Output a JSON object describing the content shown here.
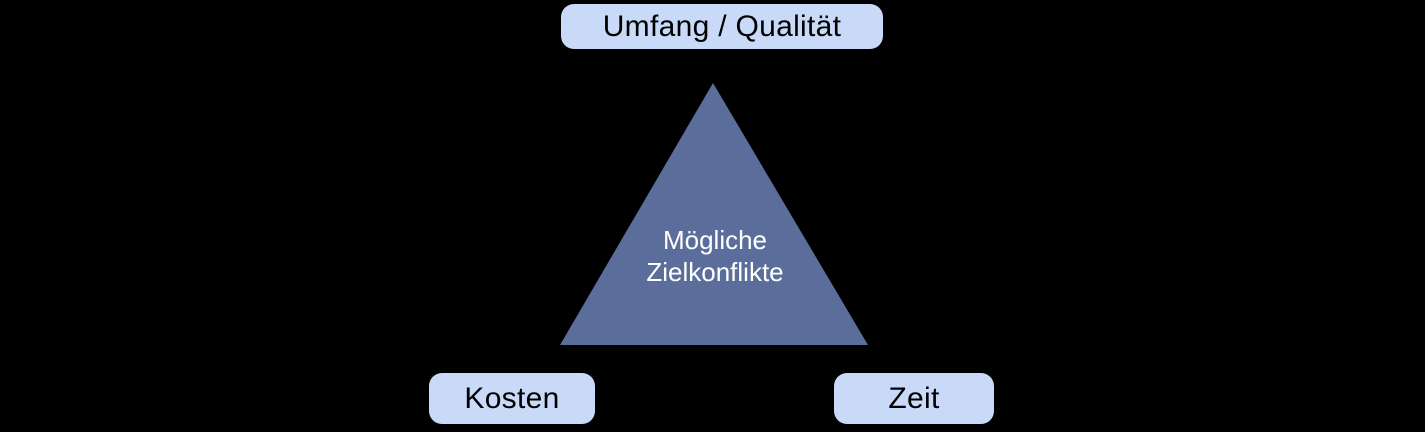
{
  "diagram": {
    "type": "project-management-triangle",
    "top_label": "Umfang / Qualität",
    "bottom_left_label": "Kosten",
    "bottom_right_label": "Zeit",
    "center_label": {
      "line1": "Mögliche",
      "line2": "Zielkonflikte"
    },
    "colors": {
      "background": "#000000",
      "pill_background": "#c8daf8",
      "pill_text": "#000000",
      "triangle_fill": "#5b6e9b",
      "triangle_text": "#ffffff"
    }
  }
}
